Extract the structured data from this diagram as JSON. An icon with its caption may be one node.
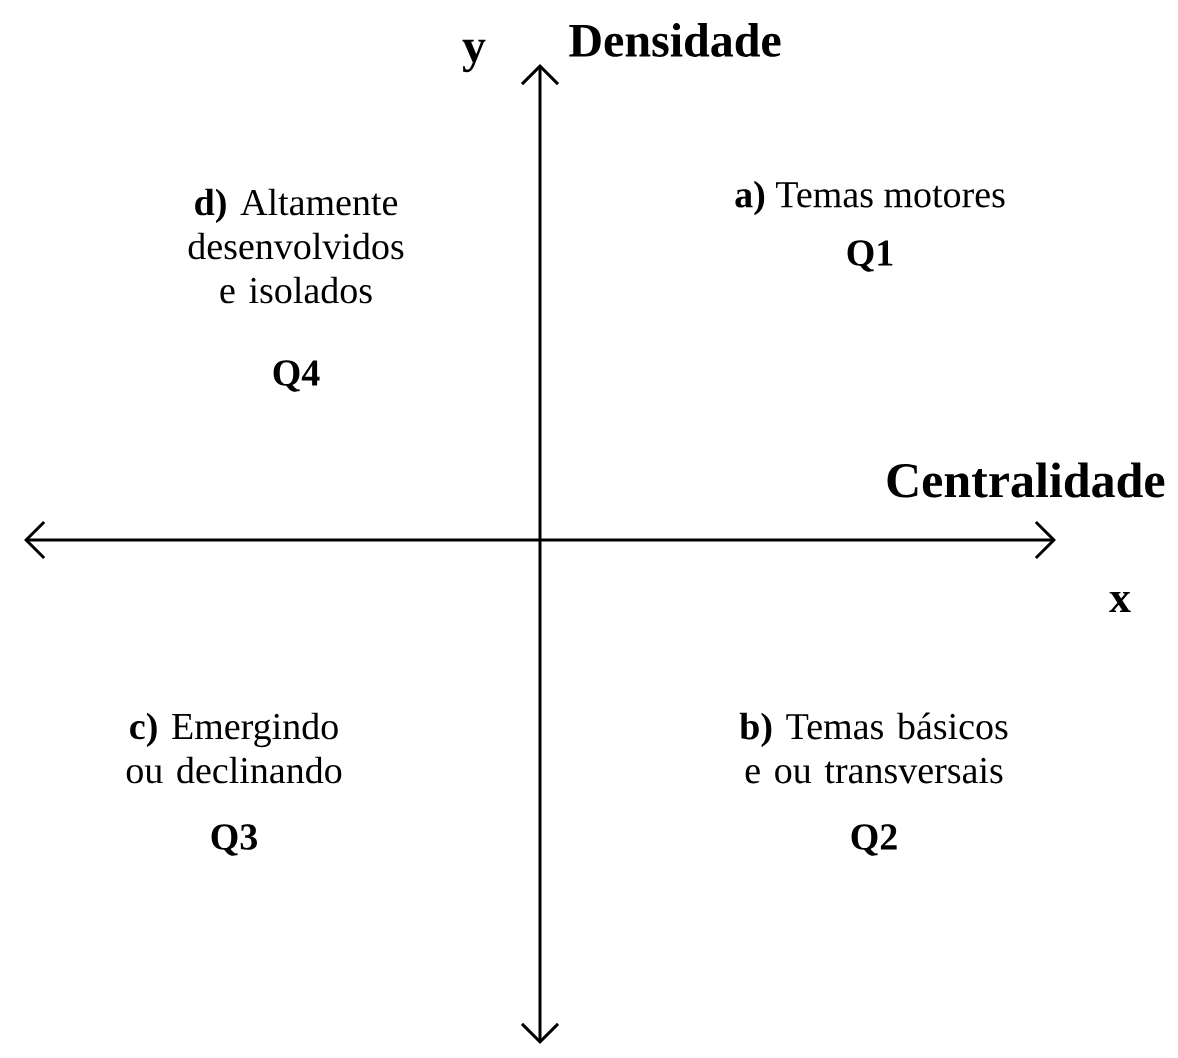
{
  "diagram": {
    "labels": [
      "y",
      "Densidade",
      "**d)** Altamente desenvolvidos e isolados",
      "Q4",
      "**a)** Temas motores",
      "Q1",
      "Centralidade",
      "x",
      "**c)** Emergindo ou declinando",
      "Q3",
      "**b)** Temas básicos e ou transversais",
      "Q2"
    ]
  }
}
